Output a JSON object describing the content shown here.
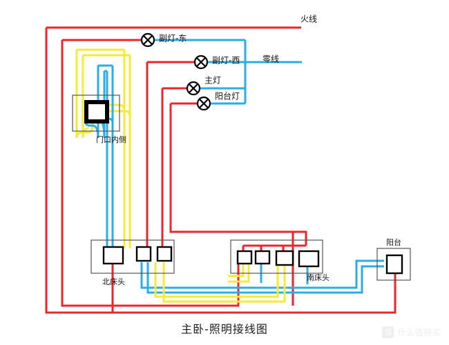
{
  "diagram": {
    "title": "主卧-照明接线图",
    "colors": {
      "live_red": "#e8262b",
      "neutral_blue": "#29ade4",
      "control_yellow": "#f5ea34",
      "box_outline": "#555555",
      "symbol_black": "#000000",
      "background": "#ffffff"
    },
    "bus_labels": [
      {
        "id": "live",
        "text": "火线",
        "color": "#e8262b"
      },
      {
        "id": "neutral",
        "text": "零线",
        "color": "#29ade4"
      }
    ],
    "lamps": [
      {
        "id": "lamp-fu-dong",
        "label": "副灯-东"
      },
      {
        "id": "lamp-fu-xi",
        "label": "副灯-西"
      },
      {
        "id": "lamp-zhu",
        "label": "主灯"
      },
      {
        "id": "lamp-yangtai",
        "label": "阳台灯"
      }
    ],
    "boxes": [
      {
        "id": "box-doorway",
        "label": "门口内侧",
        "switch_count": 1
      },
      {
        "id": "box-north-bed",
        "label": "北床头",
        "switch_count": 3
      },
      {
        "id": "box-south-bed",
        "label": "南床头",
        "switch_count": 4
      },
      {
        "id": "box-balcony",
        "label": "阳台",
        "switch_count": 1
      }
    ],
    "watermark": {
      "logo_glyph": "值",
      "text": "什么值得买"
    }
  }
}
